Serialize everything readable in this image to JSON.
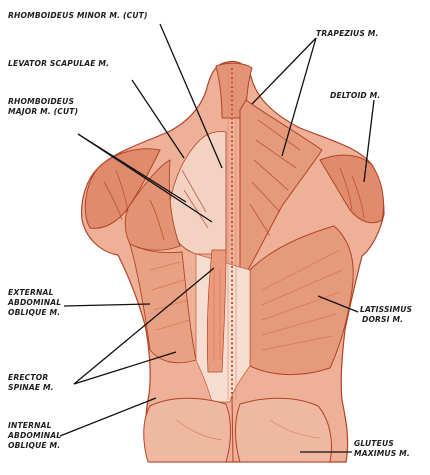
{
  "labels": {
    "rhomboideus_minor": "RHOMBOIDEUS MINOR M. (CUT)",
    "levator_scapulae": "LEVATOR SCAPULAE M.",
    "rhomboideus_major_line1": "RHOMBOIDEUS",
    "rhomboideus_major_line2": "MAJOR M.  (CUT)",
    "trapezius": "TRAPEZIUS M.",
    "deltoid": "DELTOID M.",
    "latissimus_line1": "LATISSIMUS",
    "latissimus_line2": "DORSI M.",
    "external_oblique_line1": "EXTERNAL",
    "external_oblique_line2": "ABDOMINAL",
    "external_oblique_line3": "OBLIQUE M.",
    "erector_line1": "ERECTOR",
    "erector_line2": "SPINAE M.",
    "internal_oblique_line1": "INTERNAL",
    "internal_oblique_line2": "ABDOMINAL",
    "internal_oblique_line3": "OBLIQUE M.",
    "gluteus_line1": "GLUTEUS",
    "gluteus_line2": "MAXIMUS M."
  },
  "colors": {
    "muscle_fill": "#e9a184",
    "muscle_shadow": "#d9775a",
    "muscle_light": "#f4cab4",
    "fascia": "#f7e6dc",
    "outline": "#b0442a",
    "spine": "#f3ddd0",
    "label_text": "#1e1e1e"
  }
}
